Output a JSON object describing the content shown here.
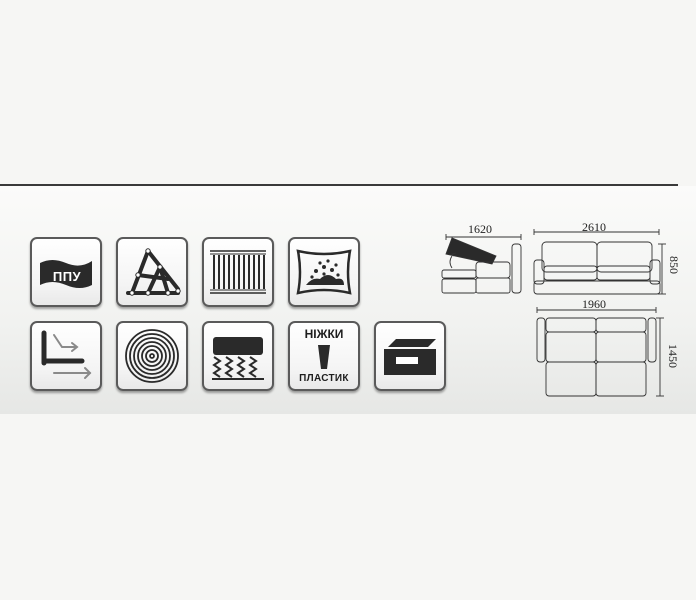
{
  "features": {
    "ppu_label": "ППУ",
    "legs_top": "НІЖКИ",
    "legs_bottom": "ПЛАСТИК"
  },
  "dimensions": {
    "seat_depth": "1620",
    "total_width": "2610",
    "height": "850",
    "sleep_width": "1960",
    "sleep_length": "1450"
  },
  "colors": {
    "tile_border": "#5a5a5a",
    "icon_dark": "#2a2a2a",
    "rule": "#3a3a3a"
  }
}
